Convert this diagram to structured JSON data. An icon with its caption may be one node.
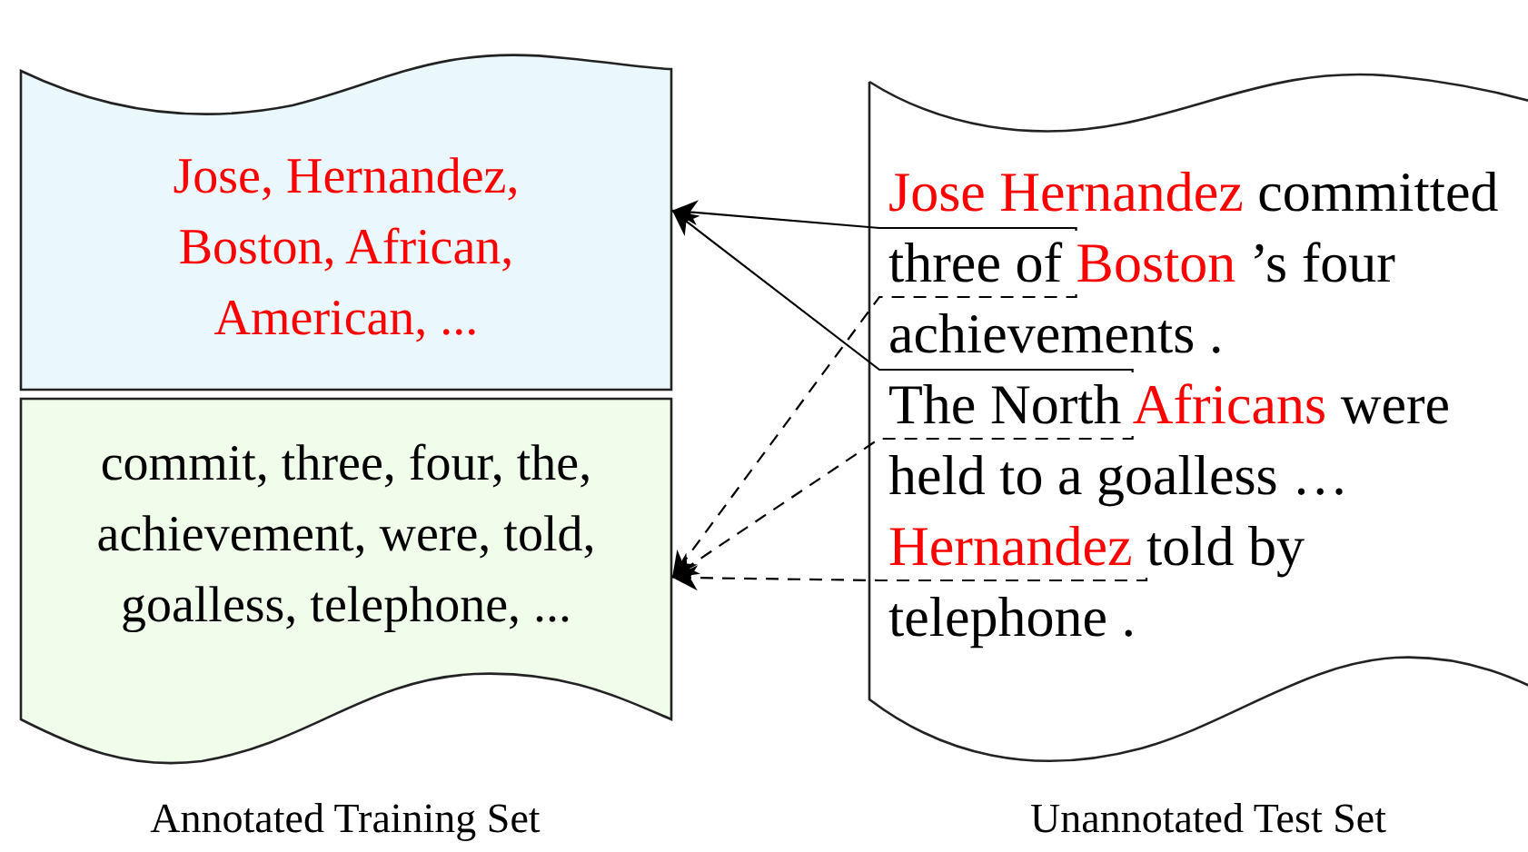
{
  "diagram": {
    "nodes": [
      {
        "text": [
          "Jose, Hernandez, Boston, African, American, ..."
        ]
      },
      {
        "text": [
          "commit, three, four, the, achievement, were, told, goalless, telephone, ..."
        ]
      },
      {
        "text": [
          "committed three of",
          "’s four achievements .",
          "The North",
          "were held to a goalless …",
          "by telephone ."
        ]
      },
      {
        "text": [
          "Jose Hernandez"
        ],
        "in": 2
      },
      {
        "text": [
          "Boston"
        ],
        "in": 2
      },
      {
        "text": [
          "Africans"
        ],
        "in": 2
      },
      {
        "text": [
          "Hernandez"
        ],
        "in": 2
      },
      {
        "text": [
          "told"
        ],
        "in": 2
      }
    ],
    "edges": [
      {
        "from": 4,
        "to": 0,
        "arrow": "to"
      },
      {
        "from": 5,
        "to": 0,
        "arrow": "to"
      },
      {
        "from": 4,
        "to": 1,
        "arrow": "to",
        "style": "dashed"
      },
      {
        "from": 5,
        "to": 1,
        "arrow": "to",
        "style": "dashed"
      },
      {
        "from": 7,
        "to": 1,
        "arrow": "to",
        "style": "dashed"
      }
    ],
    "labels": [
      "Annotated Training Set",
      "Unannotated Test Set"
    ]
  }
}
